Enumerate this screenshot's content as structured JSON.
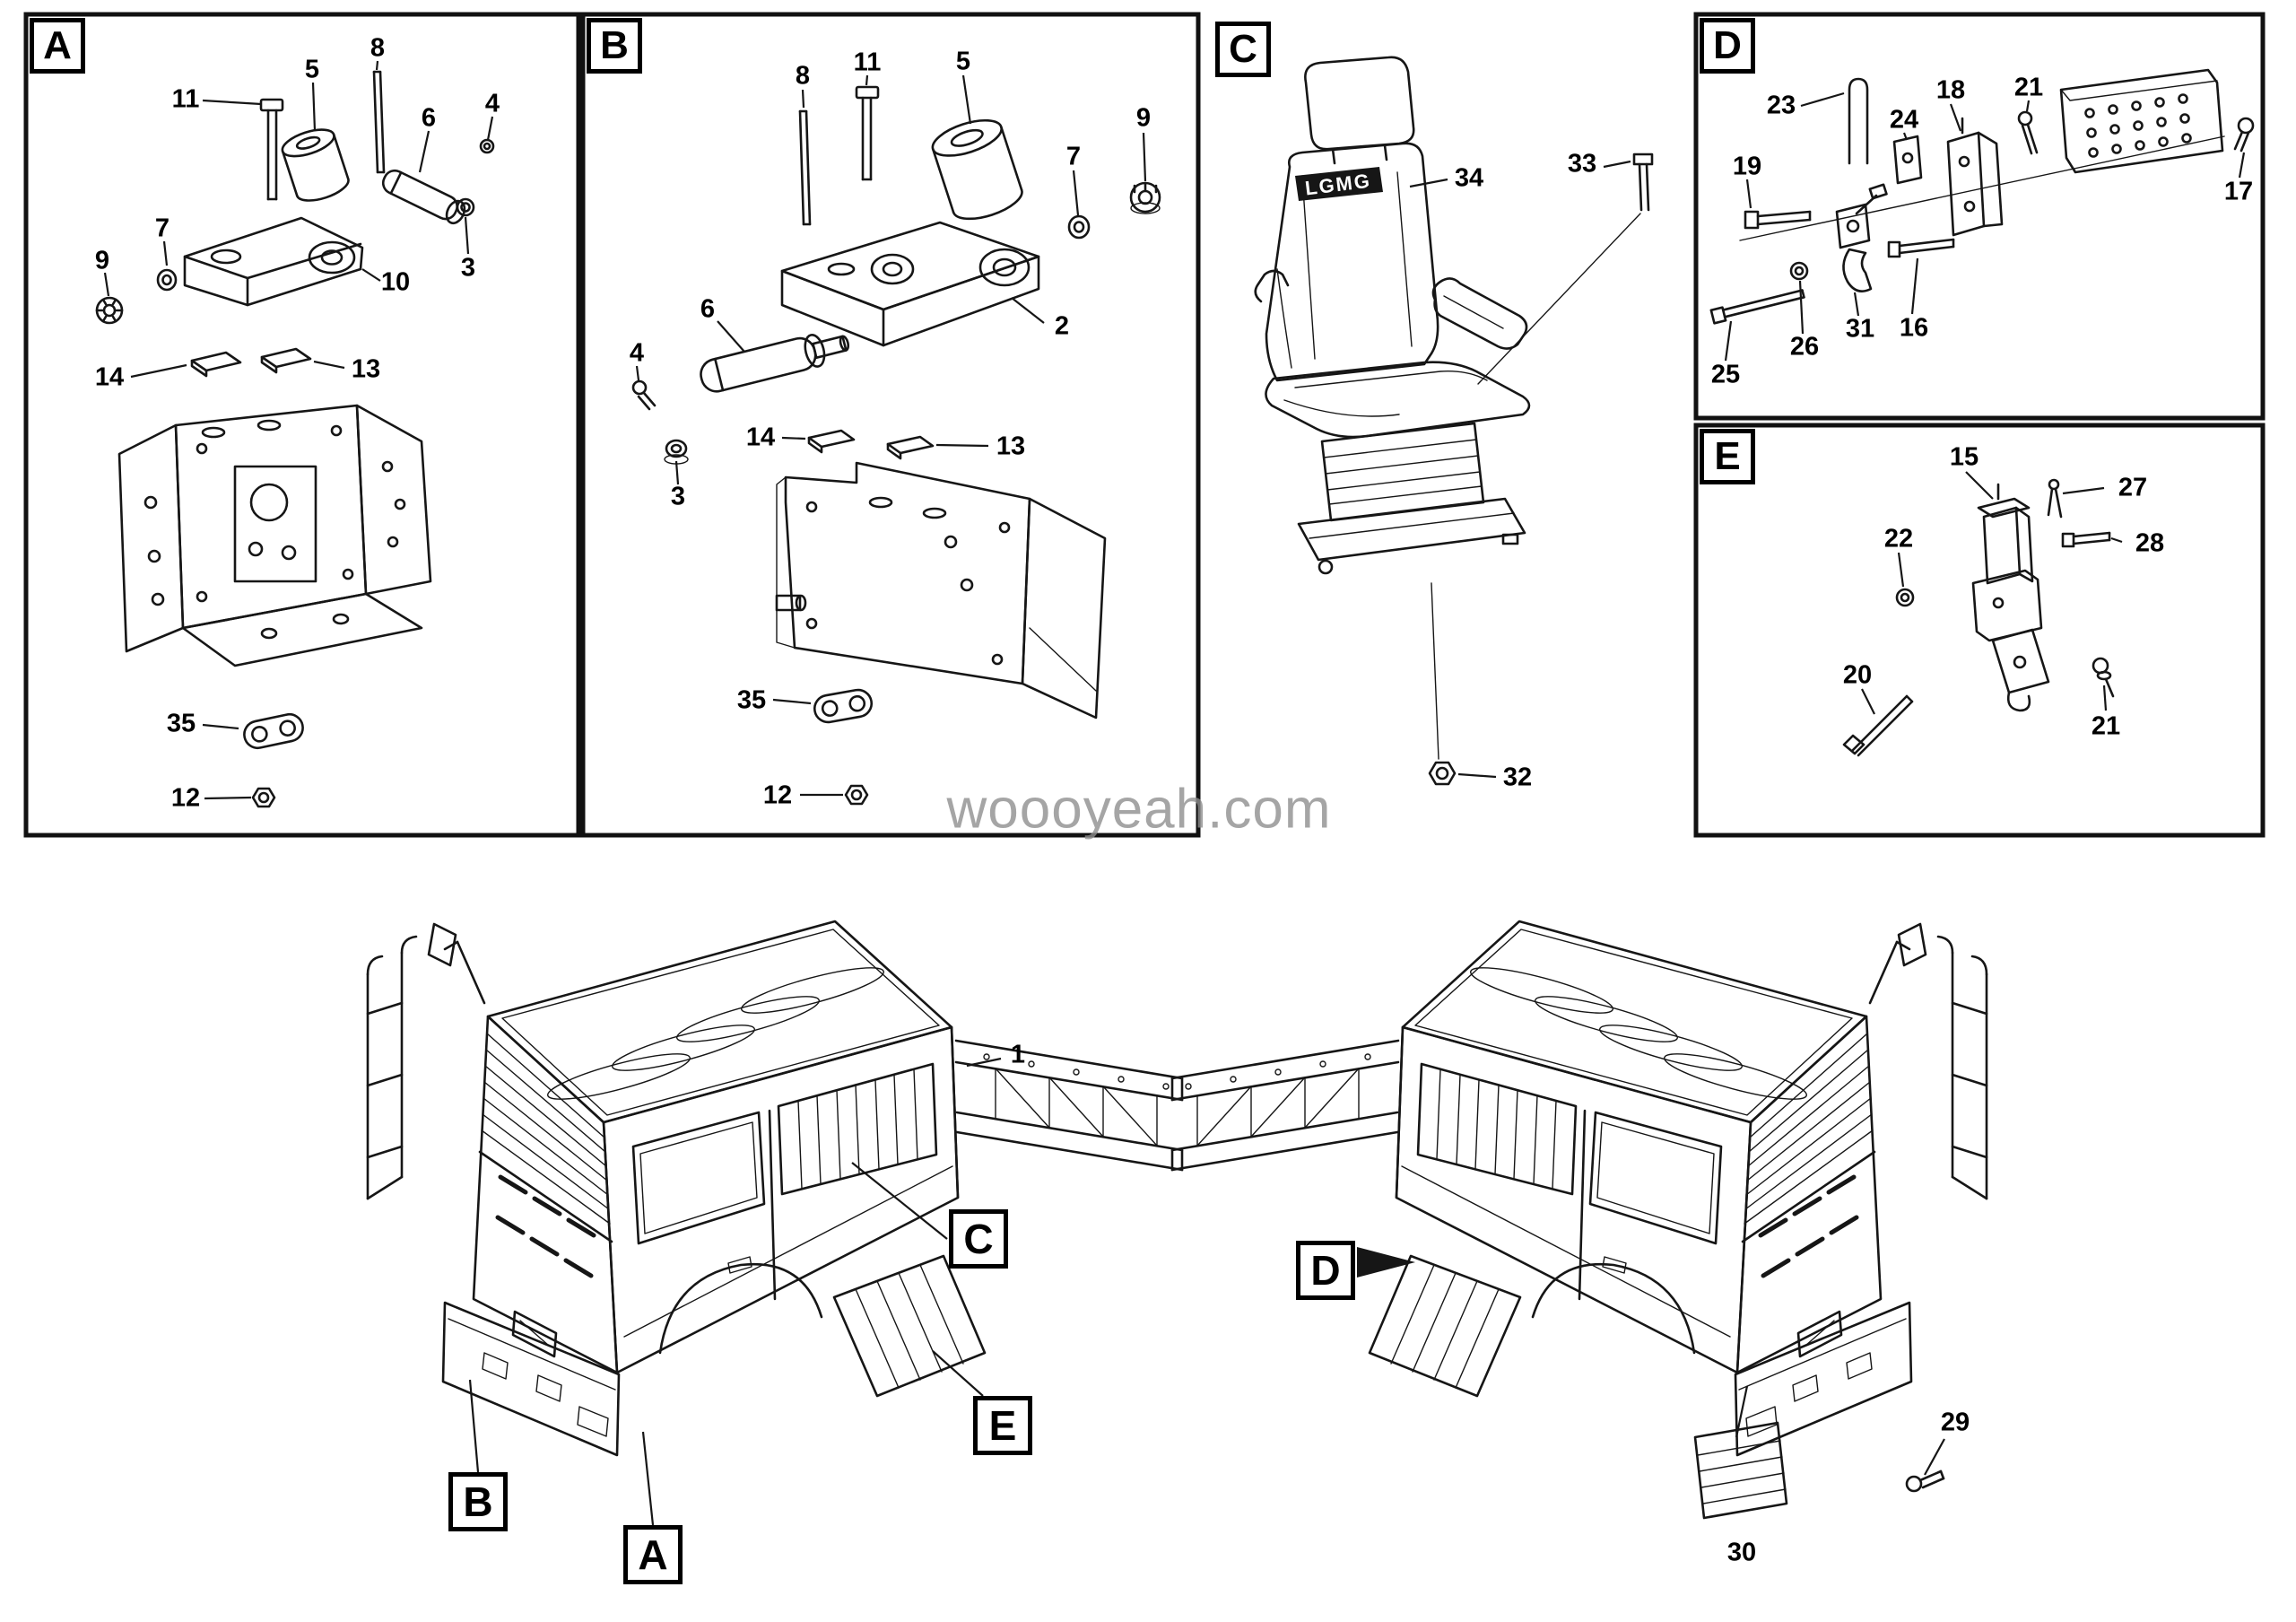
{
  "watermark": "woooyeah.com",
  "panels": {
    "a": {
      "label": "A",
      "callouts": [
        "11",
        "5",
        "8",
        "6",
        "4",
        "7",
        "9",
        "10",
        "3",
        "14",
        "13",
        "35",
        "12"
      ]
    },
    "b": {
      "label": "B",
      "callouts": [
        "8",
        "11",
        "5",
        "7",
        "9",
        "2",
        "6",
        "4",
        "3",
        "14",
        "13",
        "35",
        "12"
      ]
    },
    "c": {
      "label": "C",
      "seat_brand": "LGMG",
      "callouts": [
        "34",
        "33",
        "32"
      ]
    },
    "d": {
      "label": "D",
      "callouts": [
        "23",
        "24",
        "18",
        "21",
        "19",
        "17",
        "25",
        "26",
        "31",
        "16"
      ]
    },
    "e": {
      "label": "E",
      "callouts": [
        "15",
        "27",
        "22",
        "28",
        "20",
        "21"
      ]
    }
  },
  "overview": {
    "callouts": [
      "1",
      "29",
      "30"
    ],
    "refs": {
      "c": "C",
      "e": "E",
      "b": "B",
      "a": "A",
      "d": "D"
    }
  }
}
